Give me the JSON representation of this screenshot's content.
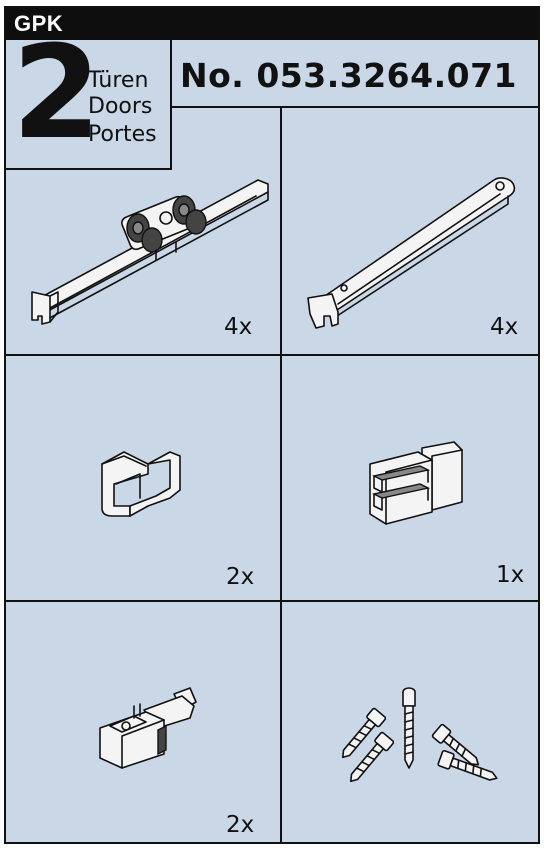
{
  "header": {
    "brand": "GPK",
    "door_count": "2",
    "door_labels": [
      "Türen",
      "Doors",
      "Portes"
    ],
    "article_number": "No. 053.3264.071"
  },
  "parts": [
    {
      "icon": "roller-carriage-with-track-icon",
      "quantity": "4x"
    },
    {
      "icon": "guide-arm-icon",
      "quantity": "4x"
    },
    {
      "icon": "u-channel-guide-icon",
      "quantity": "2x"
    },
    {
      "icon": "stopper-block-icon",
      "quantity": "1x"
    },
    {
      "icon": "end-clamp-icon",
      "quantity": "2x"
    },
    {
      "icon": "screws-icon",
      "quantity": ""
    }
  ],
  "colors": {
    "background": "#c9d7e6",
    "lines": "#111111",
    "header_bar": "#0e0e0e"
  }
}
